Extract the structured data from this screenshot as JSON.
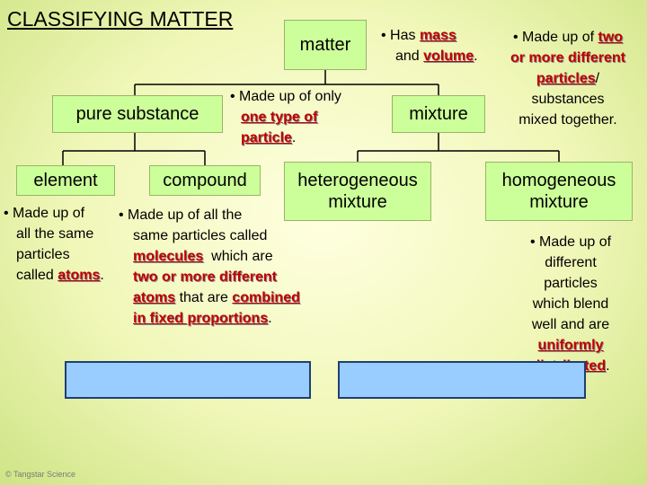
{
  "title": "CLASSIFYING MATTER",
  "nodes": {
    "matter": "matter",
    "pure_substance": "pure substance",
    "mixture": "mixture",
    "element": "element",
    "compound": "compound",
    "heterogeneous_l1": "heterogeneous",
    "heterogeneous_l2": "mixture",
    "homogeneous_l1": "homogeneous",
    "homogeneous_l2": "mixture"
  },
  "mixture_definition": {
    "bullet": "• Has",
    "mass": "mass",
    "and": "and",
    "volume": "volume",
    "period": "."
  },
  "mixture_description": {
    "bullet": "• Made up of",
    "two": "two",
    "or_more_different": "or more different",
    "particles": "particles",
    "slash": "/",
    "substances": "substances",
    "mixed_together": "mixed together."
  },
  "pure_description": {
    "bullet": "• Made up of only",
    "one_type_of": "one type of",
    "particle": "particle",
    "period": "."
  },
  "element_description": {
    "line1": "• Made up of",
    "line2": "all the same",
    "line3": "particles",
    "line4_prefix": "called",
    "atoms": "atoms",
    "period": "."
  },
  "compound_description": {
    "line1": "• Made up of all the",
    "line2": "same particles called",
    "molecules": "molecules",
    "which_are": "which are",
    "two_or_more_different": "two or more different",
    "atoms": "atoms",
    "that_are": "that are",
    "combined": "combined",
    "in_fixed_proportions": "in fixed proportions",
    "period": "."
  },
  "homogeneous_description": {
    "line1": "• Made up of",
    "line2": "different",
    "line3": "particles",
    "line4": "which blend",
    "line5": "well and are",
    "uniformly": "uniformly",
    "distributed": "distributed",
    "period": "."
  },
  "copyright": "© Tangstar Science",
  "colors": {
    "node_fill": "#ccff99",
    "example_box_fill": "#99ccff",
    "emphasis": "#c00000"
  }
}
